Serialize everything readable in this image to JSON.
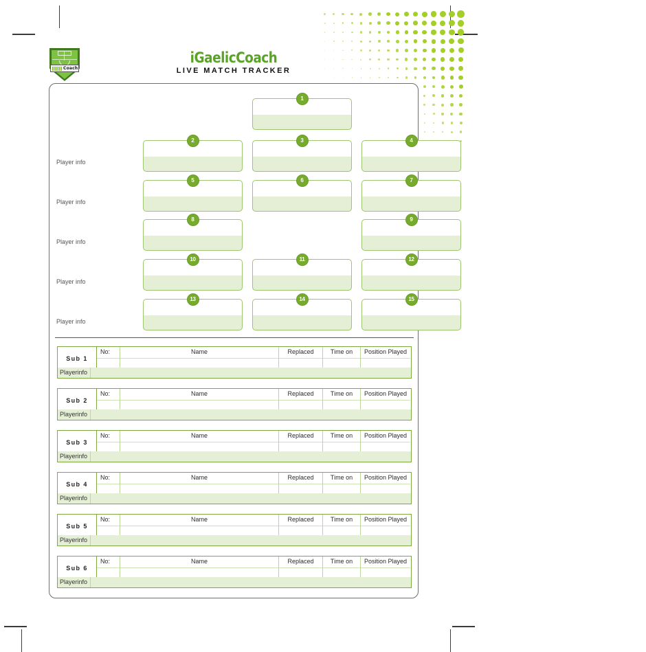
{
  "header": {
    "brand": "iGaelicCoach",
    "subtitle": "LIVE MATCH TRACKER",
    "logo_word": "Coach",
    "brand_color": "#5aa328",
    "accent_color": "#a4cf28"
  },
  "pitch": {
    "row_label": "Player info",
    "rows": [
      {
        "positions": [
          {
            "number": "1",
            "column": "center"
          }
        ]
      },
      {
        "label": "Player info",
        "positions": [
          {
            "number": "2",
            "column": "left"
          },
          {
            "number": "3",
            "column": "center"
          },
          {
            "number": "4",
            "column": "right"
          }
        ]
      },
      {
        "label": "Player info",
        "positions": [
          {
            "number": "5",
            "column": "left"
          },
          {
            "number": "6",
            "column": "center"
          },
          {
            "number": "7",
            "column": "right"
          }
        ]
      },
      {
        "label": "Player info",
        "positions": [
          {
            "number": "8",
            "column": "left"
          },
          {
            "number": "9",
            "column": "right"
          }
        ]
      },
      {
        "label": "Player info",
        "positions": [
          {
            "number": "10",
            "column": "left"
          },
          {
            "number": "11",
            "column": "center"
          },
          {
            "number": "12",
            "column": "right"
          }
        ]
      },
      {
        "label": "Player info",
        "positions": [
          {
            "number": "13",
            "column": "left"
          },
          {
            "number": "14",
            "column": "center"
          },
          {
            "number": "15",
            "column": "right"
          }
        ]
      }
    ]
  },
  "subs": {
    "columns": {
      "no": "No:",
      "name": "Name",
      "replaced": "Replaced",
      "time_on": "Time on",
      "position_played": "Position Played"
    },
    "player_info_label": "Playerinfo",
    "rows": [
      {
        "label": "Sub 1",
        "no": "",
        "name": "",
        "replaced": "",
        "time_on": "",
        "position_played": "",
        "player_info": ""
      },
      {
        "label": "Sub 2",
        "no": "",
        "name": "",
        "replaced": "",
        "time_on": "",
        "position_played": "",
        "player_info": ""
      },
      {
        "label": "Sub 3",
        "no": "",
        "name": "",
        "replaced": "",
        "time_on": "",
        "position_played": "",
        "player_info": ""
      },
      {
        "label": "Sub 4",
        "no": "",
        "name": "",
        "replaced": "",
        "time_on": "",
        "position_played": "",
        "player_info": ""
      },
      {
        "label": "Sub 5",
        "no": "",
        "name": "",
        "replaced": "",
        "time_on": "",
        "position_played": "",
        "player_info": ""
      },
      {
        "label": "Sub 6",
        "no": "",
        "name": "",
        "replaced": "",
        "time_on": "",
        "position_played": "",
        "player_info": ""
      }
    ]
  }
}
